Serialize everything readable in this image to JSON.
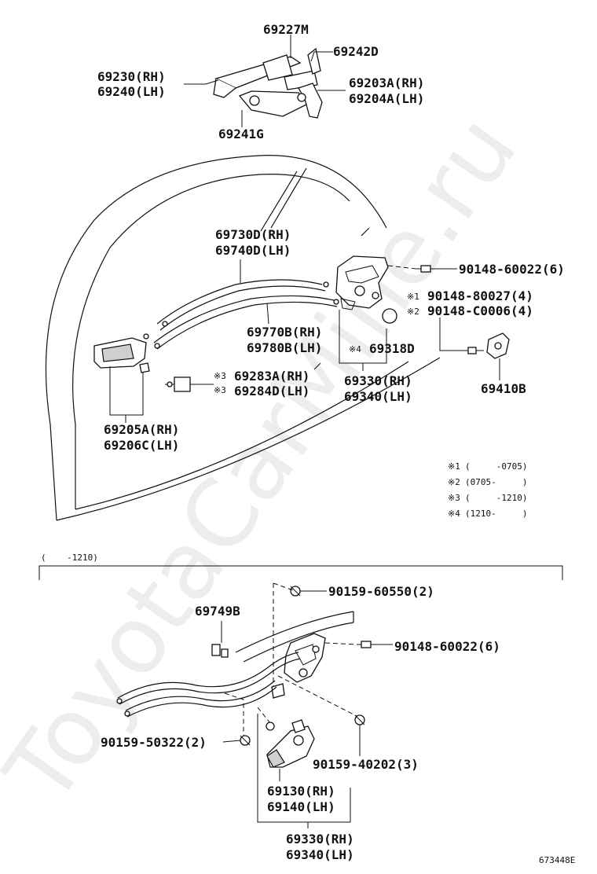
{
  "watermark": "ToyotaCarMine.ru",
  "figure_id": "673448E",
  "range_header": "(    -1210)",
  "labels": {
    "p69227M": "69227M",
    "p69242D": "69242D",
    "p69230": "69230(RH)",
    "p69240": "69240(LH)",
    "p69203A": "69203A(RH)",
    "p69204A": "69204A(LH)",
    "p69241G": "69241G",
    "p69730D": "69730D(RH)",
    "p69740D": "69740D(LH)",
    "p90148_60022_a": "90148-60022(6)",
    "p90148_80027": "90148-80027(4)",
    "p90148_C0006": "90148-C0006(4)",
    "p69770B": "69770B(RH)",
    "p69780B": "69780B(LH)",
    "p69318D": "69318D",
    "p69283A": "69283A(RH)",
    "p69284D": "69284D(LH)",
    "p69330_a": "69330(RH)",
    "p69340_a": "69340(LH)",
    "p69410B": "69410B",
    "p69205A": "69205A(RH)",
    "p69206C": "69206C(LH)",
    "p90159_60550": "90159-60550(2)",
    "p69749B": "69749B",
    "p90148_60022_b": "90148-60022(6)",
    "p90159_50322": "90159-50322(2)",
    "p90159_40202": "90159-40202(3)",
    "p69130": "69130(RH)",
    "p69140": "69140(LH)",
    "p69330_b": "69330(RH)",
    "p69340_b": "69340(LH)"
  },
  "marks": {
    "m1": "※1",
    "m2": "※2",
    "m3a": "※3",
    "m3b": "※3",
    "m4": "※4"
  },
  "notes": [
    {
      "mark": "※1",
      "text": "(     -0705)"
    },
    {
      "mark": "※2",
      "text": "(0705-     )"
    },
    {
      "mark": "※3",
      "text": "(     -1210)"
    },
    {
      "mark": "※4",
      "text": "(1210-     )"
    }
  ]
}
